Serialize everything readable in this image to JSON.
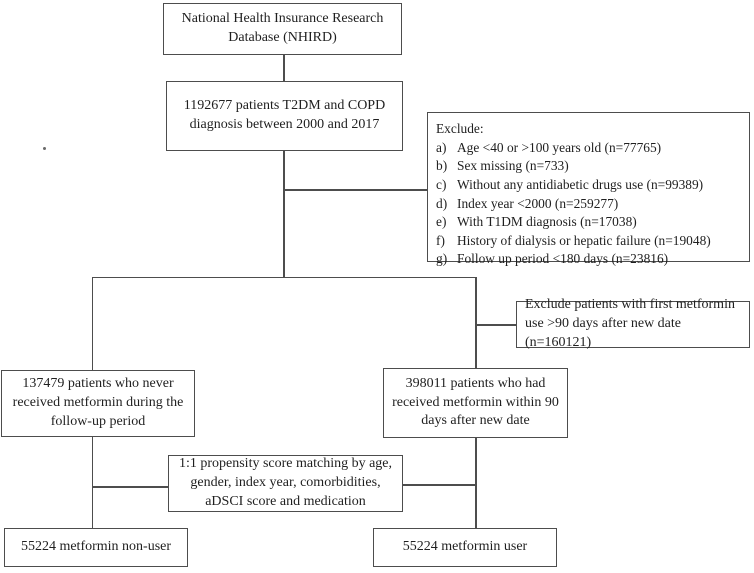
{
  "boxes": {
    "nhird": "National Health Insurance Research\nDatabase (NHIRD)",
    "cohort": "1192677 patients T2DM and COPD\ndiagnosis between 2000 and 2017",
    "never_metformin": "137479 patients who never\nreceived metformin during the\nfollow-up period",
    "received_metformin": "398011 patients who had\nreceived  metformin within 90\ndays after new date",
    "matching": "1:1 propensity score matching by age,\ngender, index year, comorbidities,\naDSCI score and medication",
    "non_user": "55224 metformin non-user",
    "user": "55224 metformin user"
  },
  "exclusions_primary": {
    "title": "Exclude:",
    "items": [
      {
        "letter": "a)",
        "text": "Age <40 or >100 years old (n=77765)"
      },
      {
        "letter": "b)",
        "text": "Sex missing (n=733)"
      },
      {
        "letter": "c)",
        "text": "Without any antidiabetic drugs use (n=99389)"
      },
      {
        "letter": "d)",
        "text": "Index year <2000 (n=259277)"
      },
      {
        "letter": "e)",
        "text": "With T1DM diagnosis (n=17038)"
      },
      {
        "letter": "f)",
        "text": "History of dialysis or hepatic failure (n=19048)"
      },
      {
        "letter": "g)",
        "text": "Follow up period <180 days (n=23816)"
      }
    ]
  },
  "exclusions_secondary": "Exclude patients with first metformin\nuse >90 days after new date (n=160121)",
  "colors": {
    "border": "#4d4d4d",
    "text": "#1f1f1f",
    "background": "#ffffff"
  }
}
